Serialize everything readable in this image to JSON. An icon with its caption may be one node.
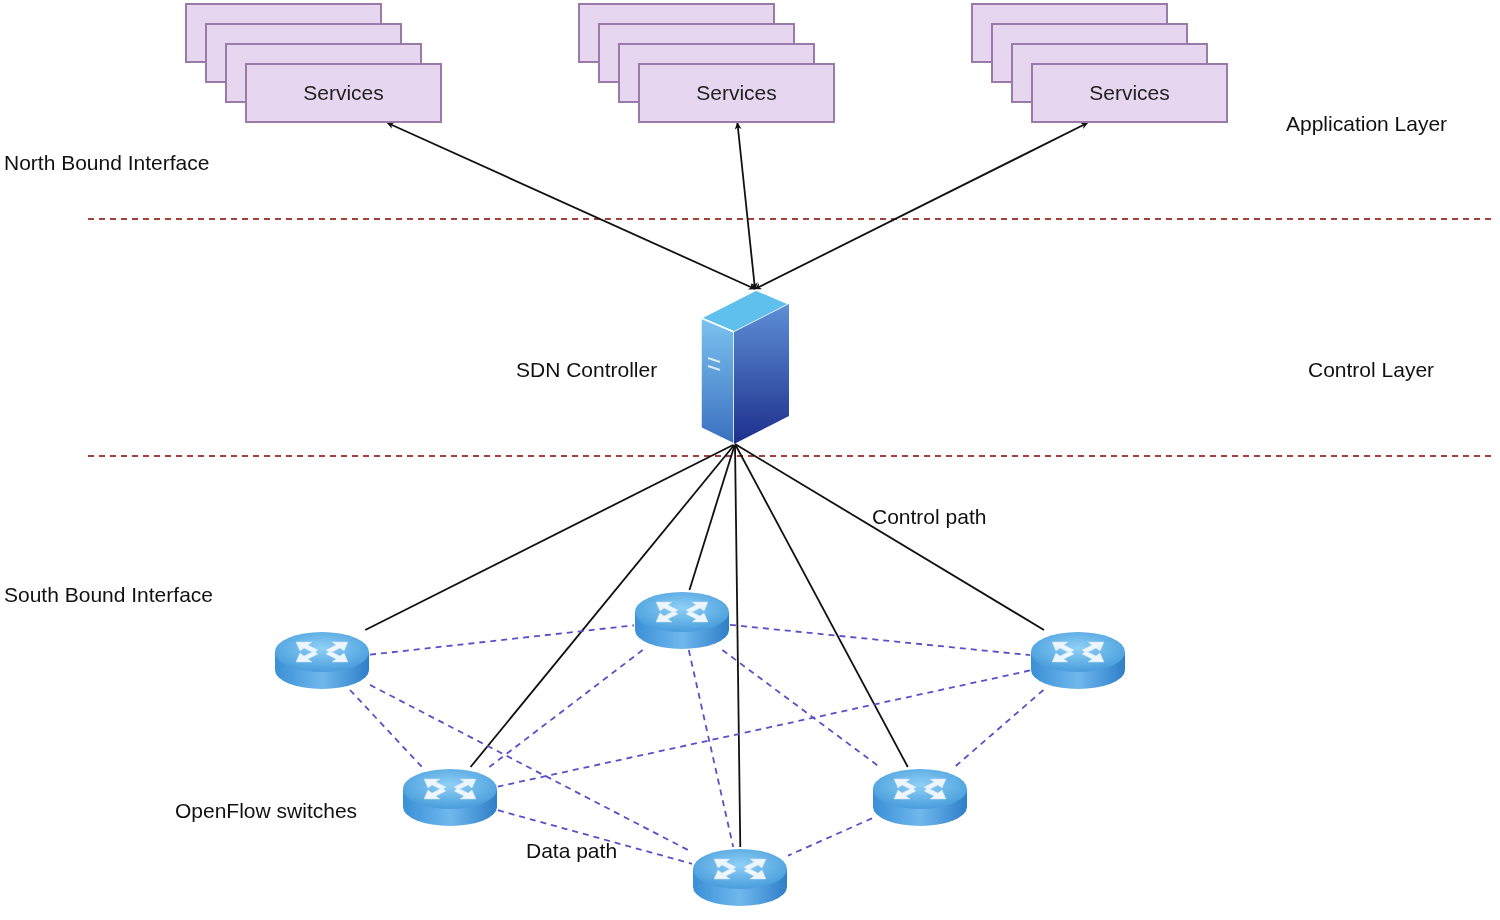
{
  "diagram": {
    "nodes": [
      {
        "text": [
          "Services"
        ]
      },
      {
        "text": [
          "Services"
        ]
      },
      {
        "text": [
          "Services"
        ]
      },
      {
        "text": [],
        "shape": "picture",
        "beside": [
          "SDN Controller"
        ]
      },
      {
        "text": [],
        "shape": "picture"
      },
      {
        "text": [],
        "shape": "picture"
      },
      {
        "text": [],
        "shape": "picture"
      },
      {
        "text": [],
        "shape": "picture"
      },
      {
        "text": [],
        "shape": "picture"
      },
      {
        "text": [],
        "shape": "picture"
      }
    ],
    "edges": [
      {
        "from": 3,
        "to": 0,
        "arrow": "both",
        "color": "#111111"
      },
      {
        "from": 3,
        "to": 1,
        "arrow": "both",
        "color": "#111111"
      },
      {
        "from": 3,
        "to": 2,
        "arrow": "both",
        "color": "#111111"
      },
      {
        "from": 3,
        "to": 5,
        "arrow": "none",
        "color": "#111111"
      },
      {
        "from": 3,
        "to": 7,
        "arrow": "none",
        "color": "#111111"
      },
      {
        "from": 3,
        "to": 4,
        "arrow": "none",
        "color": "#111111"
      },
      {
        "from": 3,
        "to": 9,
        "arrow": "none",
        "color": "#111111"
      },
      {
        "from": 3,
        "to": 8,
        "arrow": "none",
        "color": "#111111"
      },
      {
        "from": 3,
        "to": 6,
        "arrow": "none",
        "color": "#111111"
      },
      {
        "from": 5,
        "to": 4,
        "arrow": "none",
        "style": "dashed",
        "color": "#5a4fc8"
      },
      {
        "from": 5,
        "to": 7,
        "arrow": "none",
        "style": "dashed",
        "color": "#5a4fc8"
      },
      {
        "from": 5,
        "to": 9,
        "arrow": "none",
        "style": "dashed",
        "color": "#5a4fc8"
      },
      {
        "from": 4,
        "to": 6,
        "arrow": "none",
        "style": "dashed",
        "color": "#5a4fc8"
      },
      {
        "from": 4,
        "to": 7,
        "arrow": "none",
        "style": "dashed",
        "color": "#5a4fc8"
      },
      {
        "from": 4,
        "to": 9,
        "arrow": "none",
        "style": "dashed",
        "color": "#5a4fc8"
      },
      {
        "from": 4,
        "to": 8,
        "arrow": "none",
        "style": "dashed",
        "color": "#5a4fc8"
      },
      {
        "from": 6,
        "to": 7,
        "arrow": "none",
        "style": "dashed",
        "color": "#5a4fc8"
      },
      {
        "from": 6,
        "to": 8,
        "arrow": "none",
        "style": "dashed",
        "color": "#5a4fc8"
      },
      {
        "from": 7,
        "to": 9,
        "arrow": "none",
        "style": "dashed",
        "color": "#5a4fc8"
      },
      {
        "from": 8,
        "to": 9,
        "arrow": "none",
        "style": "dashed",
        "color": "#5a4fc8"
      }
    ],
    "labels": [
      "Application Layer",
      "North Bound Interface",
      "Control Layer",
      "Control path",
      "South Bound Interface",
      "OpenFlow switches",
      "Data path"
    ]
  }
}
